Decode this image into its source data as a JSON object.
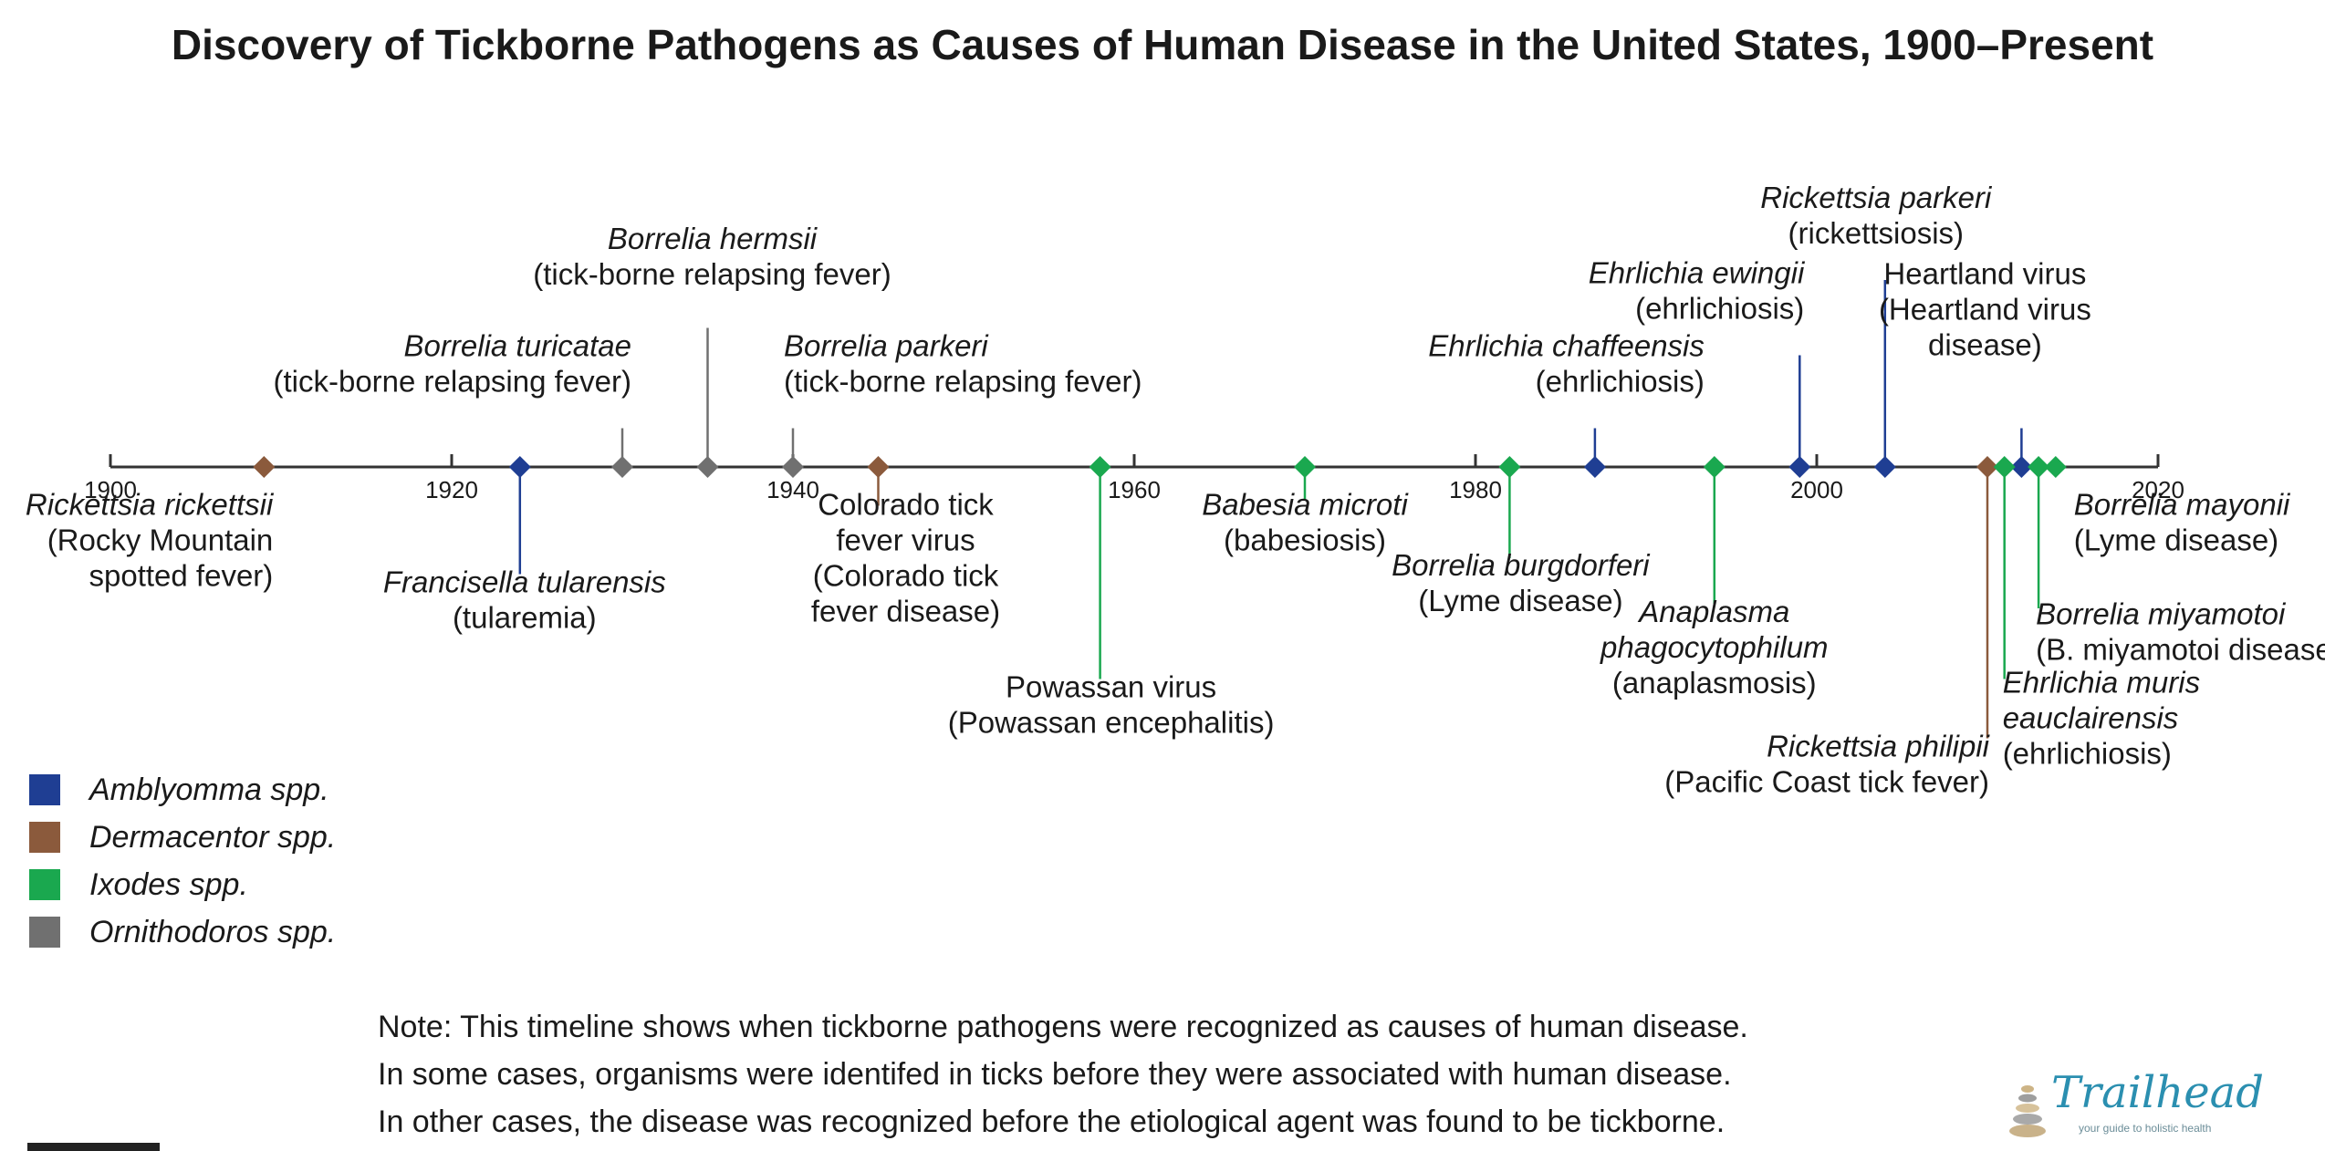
{
  "title": "Discovery of Tickborne Pathogens as Causes of Human Disease in the United States, 1900–Present",
  "colors": {
    "amblyomma": "#1f3e93",
    "dermacentor": "#8b5a3c",
    "ixodes": "#1aa84f",
    "ornithodoros": "#707070",
    "axis": "#333333"
  },
  "axis": {
    "min_year": 1900,
    "max_year": 2020,
    "ticks": [
      {
        "year": 1900,
        "label": "1900"
      },
      {
        "year": 1920,
        "label": "1920"
      },
      {
        "year": 1940,
        "label": "1940"
      },
      {
        "year": 1960,
        "label": "1960"
      },
      {
        "year": 1980,
        "label": "1980"
      },
      {
        "year": 2000,
        "label": "2000"
      },
      {
        "year": 2020,
        "label": "2020"
      }
    ]
  },
  "events": [
    {
      "id": "rickettsia-rickettsii",
      "year": 1909,
      "genus": "dermacentor",
      "side": "below",
      "stem_level": 0.2,
      "label_level": 1.05,
      "anchor": "end",
      "label_offset": 10,
      "lines": [
        {
          "text": "Rickettsia rickettsii",
          "italic": true
        },
        {
          "text": "(Rocky Mountain",
          "italic": false
        },
        {
          "text": "spotted fever)",
          "italic": false
        }
      ]
    },
    {
      "id": "francisella-tularensis",
      "year": 1924,
      "genus": "amblyomma",
      "side": "below",
      "stem_level": 2.35,
      "label_level": 2.75,
      "anchor": "middle",
      "label_offset": 5,
      "lines": [
        {
          "text": "Francisella tularensis",
          "italic": true
        },
        {
          "text": "(tularemia)",
          "italic": false
        }
      ]
    },
    {
      "id": "borrelia-turicatae",
      "year": 1930,
      "genus": "ornithodoros",
      "side": "above",
      "stem_level": 0.85,
      "label_level": 1.65,
      "anchor": "end",
      "label_offset": 10,
      "lines": [
        {
          "text": "Borrelia turicatae",
          "italic": true
        },
        {
          "text": "(tick-borne relapsing fever)",
          "italic": false
        }
      ]
    },
    {
      "id": "borrelia-hermsii",
      "year": 1935,
      "genus": "ornithodoros",
      "side": "above",
      "stem_level": 3.05,
      "label_level": 4.0,
      "anchor": "middle",
      "label_offset": 5,
      "lines": [
        {
          "text": "Borrelia hermsii",
          "italic": true
        },
        {
          "text": "(tick-borne relapsing fever)",
          "italic": false
        }
      ]
    },
    {
      "id": "borrelia-parkeri",
      "year": 1940,
      "genus": "ornithodoros",
      "side": "above",
      "stem_level": 0.85,
      "label_level": 1.65,
      "anchor": "start",
      "label_offset": -10,
      "lines": [
        {
          "text": "Borrelia parkeri",
          "italic": true
        },
        {
          "text": "(tick-borne relapsing fever)",
          "italic": false
        }
      ]
    },
    {
      "id": "colorado-tick-fever",
      "year": 1945,
      "genus": "dermacentor",
      "side": "below",
      "stem_level": 0.85,
      "label_level": 1.05,
      "anchor": "middle",
      "label_offset": 30,
      "lines": [
        {
          "text": "Colorado tick",
          "italic": false
        },
        {
          "text": "fever virus",
          "italic": false
        },
        {
          "text": "(Colorado tick",
          "italic": false
        },
        {
          "text": "fever disease)",
          "italic": false
        }
      ]
    },
    {
      "id": "powassan-virus",
      "year": 1958,
      "genus": "ixodes",
      "side": "below",
      "stem_level": 4.65,
      "label_level": 5.05,
      "anchor": "middle",
      "label_offset": 12,
      "lines": [
        {
          "text": "Powassan virus",
          "italic": false
        },
        {
          "text": "(Powassan encephalitis)",
          "italic": false
        }
      ]
    },
    {
      "id": "babesia-microti",
      "year": 1970,
      "genus": "ixodes",
      "side": "below",
      "stem_level": 0.7,
      "label_level": 1.05,
      "anchor": "middle",
      "label_offset": 0,
      "lines": [
        {
          "text": "Babesia microti",
          "italic": true
        },
        {
          "text": "(babesiosis)",
          "italic": false
        }
      ]
    },
    {
      "id": "borrelia-burgdorferi",
      "year": 1982,
      "genus": "ixodes",
      "side": "below",
      "stem_level": 2.0,
      "label_level": 2.38,
      "anchor": "middle",
      "label_offset": 12,
      "lines": [
        {
          "text": "Borrelia burgdorferi",
          "italic": true
        },
        {
          "text": "(Lyme disease)",
          "italic": false
        }
      ]
    },
    {
      "id": "ehrlichia-chaffeensis",
      "year": 1987,
      "genus": "amblyomma",
      "side": "above",
      "stem_level": 0.85,
      "label_level": 1.65,
      "anchor": "end",
      "label_offset": 120,
      "lines": [
        {
          "text": "Ehrlichia chaffeensis",
          "italic": true
        },
        {
          "text": "(ehrlichiosis)",
          "italic": false
        }
      ]
    },
    {
      "id": "anaplasma-phagocytophilum",
      "year": 1994,
      "genus": "ixodes",
      "side": "below",
      "stem_level": 3.0,
      "label_level": 3.4,
      "anchor": "middle",
      "label_offset": 0,
      "lines": [
        {
          "text": "Anaplasma",
          "italic": true
        },
        {
          "text": "phagocytophilum",
          "italic": true
        },
        {
          "text": "(anaplasmosis)",
          "italic": false
        }
      ]
    },
    {
      "id": "ehrlichia-ewingii",
      "year": 1999,
      "genus": "amblyomma",
      "side": "above",
      "stem_level": 2.45,
      "label_level": 3.25,
      "anchor": "end",
      "label_offset": 5,
      "lines": [
        {
          "text": "Ehrlichia ewingii",
          "italic": true
        },
        {
          "text": "(ehrlichiosis)",
          "italic": false
        }
      ]
    },
    {
      "id": "rickettsia-parkeri",
      "year": 2004,
      "genus": "amblyomma",
      "side": "above",
      "stem_level": 4.1,
      "label_level": 4.9,
      "anchor": "middle",
      "label_offset": -10,
      "lines": [
        {
          "text": "Rickettsia parkeri",
          "italic": true
        },
        {
          "text": "(rickettsiosis)",
          "italic": false
        }
      ]
    },
    {
      "id": "heartland-virus",
      "year": 2012,
      "genus": "amblyomma",
      "side": "above",
      "stem_level": 0.85,
      "label_level": 2.45,
      "anchor": "middle",
      "label_offset": -40,
      "lines": [
        {
          "text": "Heartland virus",
          "italic": false
        },
        {
          "text": "(Heartland virus",
          "italic": false
        },
        {
          "text": "disease)",
          "italic": false
        }
      ]
    },
    {
      "id": "rickettsia-philipii",
      "year": 2010,
      "genus": "dermacentor",
      "side": "below",
      "stem_level": 5.95,
      "label_level": 6.35,
      "anchor": "end",
      "label_offset": 2,
      "lines": [
        {
          "text": "Rickettsia philipii",
          "italic": true
        },
        {
          "text": "(Pacific Coast tick fever)",
          "italic": false
        }
      ]
    },
    {
      "id": "ehrlichia-muris",
      "year": 2011,
      "genus": "ixodes",
      "side": "below",
      "stem_level": 4.65,
      "label_level": 4.95,
      "anchor": "start",
      "label_offset": -2,
      "lines": [
        {
          "text": "Ehrlichia muris",
          "italic": true
        },
        {
          "text": "eauclairensis",
          "italic": true
        },
        {
          "text": "(ehrlichiosis)",
          "italic": false
        }
      ]
    },
    {
      "id": "borrelia-miyamotoi",
      "year": 2013,
      "genus": "ixodes",
      "side": "below",
      "stem_level": 3.1,
      "label_level": 3.45,
      "anchor": "start",
      "label_offset": -3,
      "lines": [
        {
          "text": "Borrelia miyamotoi",
          "italic": true
        },
        {
          "text": "(B. miyamotoi disease)",
          "italic": false
        }
      ]
    },
    {
      "id": "borrelia-mayonii",
      "year": 2014,
      "genus": "ixodes",
      "side": "below",
      "stem_level": 0.0,
      "label_level": 1.05,
      "anchor": "start",
      "label_offset": 20,
      "lines": [
        {
          "text": "Borrelia mayonii",
          "italic": true
        },
        {
          "text": "(Lyme disease)",
          "italic": false
        }
      ]
    }
  ],
  "legend": [
    {
      "genus": "amblyomma",
      "label": "Amblyomma spp."
    },
    {
      "genus": "dermacentor",
      "label": "Dermacentor spp."
    },
    {
      "genus": "ixodes",
      "label": "Ixodes spp."
    },
    {
      "genus": "ornithodoros",
      "label": "Ornithodoros spp."
    }
  ],
  "note": {
    "line1": "Note: This timeline shows when tickborne pathogens were recognized as causes of human disease.",
    "line2": "In some cases, organisms were identifed in ticks before they were associated with human disease.",
    "line3": "In other cases, the disease was recognized before the etiological agent was found to be tickborne."
  },
  "logo": {
    "name": "Trailhead",
    "tagline": "your guide to holistic health"
  }
}
